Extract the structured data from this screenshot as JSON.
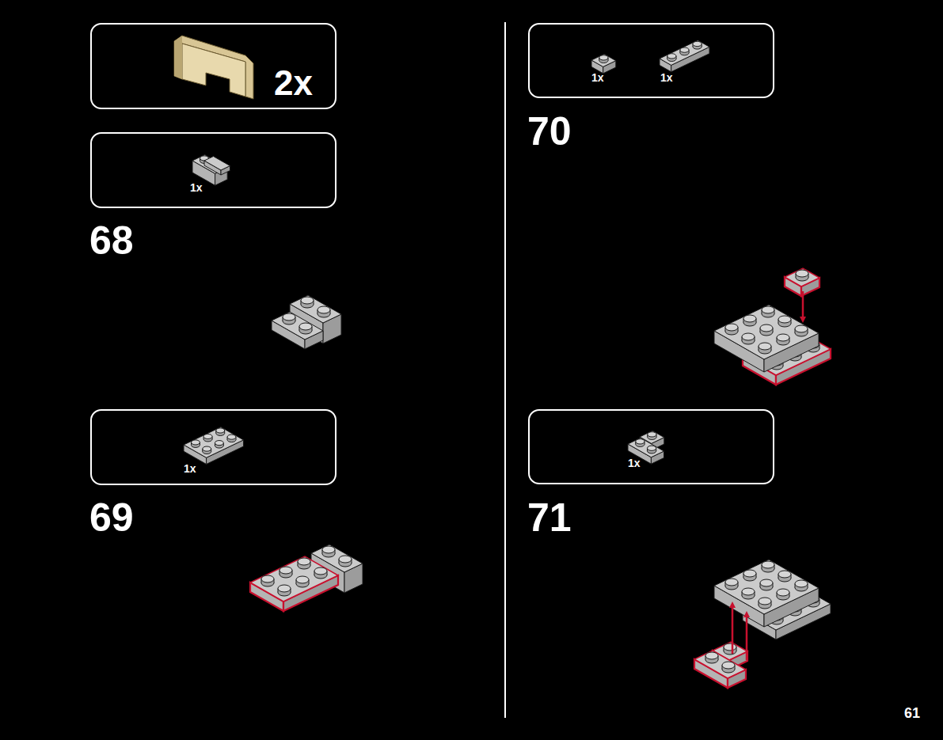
{
  "diagram": {
    "nodes": [
      {
        "text": [
          "2x"
        ]
      },
      {
        "text": [
          "1x"
        ]
      },
      {
        "text": [
          "1x"
        ]
      },
      {
        "text": [
          "1x",
          "1x"
        ]
      },
      {
        "text": [
          "1x"
        ]
      }
    ],
    "labels": [
      "68",
      "69",
      "70",
      "71",
      "61"
    ]
  }
}
